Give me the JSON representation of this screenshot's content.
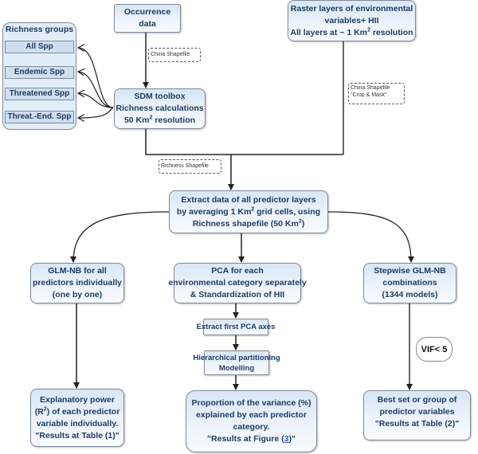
{
  "nodes": {
    "occurrence": [
      "Occurrence",
      "data"
    ],
    "raster": [
      "Raster layers of environmental",
      "variables+ HII",
      "All layers at ~ 1 Km",
      "2",
      " resolution"
    ],
    "sdm": [
      "SDM toolbox",
      "Richness calculations",
      "50 Km",
      "2",
      " resolution"
    ],
    "extract": [
      "Extract data of all predictor layers",
      "by averaging 1 Km",
      "2",
      " grid cells, using",
      "Richness shapefile (50 Km",
      "2",
      ")"
    ],
    "glm": [
      "GLM-NB for all",
      "predictors individually",
      "(one by one)"
    ],
    "pca": [
      "PCA for each",
      "environmental category separately",
      "& Standardization of HII"
    ],
    "stepwise": [
      "Stepwise GLM-NB",
      "combinations",
      "(1344 models)"
    ],
    "pca_axes": "Extract first PCA axes",
    "hier": [
      "Hierarchical partitioning",
      "Modelling"
    ],
    "explanatory": [
      "Explanatory power",
      "(R",
      "2",
      ") of each predictor",
      "variable individually.",
      "\"Results at Table (1)\""
    ],
    "proportion": [
      "Proportion of the variance (%)",
      "explained by each predictor",
      "category.",
      "\"Results at Figure (",
      "3",
      ")\""
    ],
    "best": [
      "Best set or group of",
      "predictor variables",
      "\"Results at Table (2)\""
    ],
    "vif": "VIF< 5"
  },
  "richness_groups": {
    "title": "Richness groups",
    "items": [
      "All Spp",
      "Endemic Spp",
      "Threatened Spp",
      "Threat.-End. Spp"
    ]
  },
  "labels": {
    "china_shapefile": "China Shapefile",
    "crop_mask": [
      "China Shapefile",
      "\"Crop & Mask\""
    ],
    "richness_shapefile": "Richness Shapefile"
  }
}
